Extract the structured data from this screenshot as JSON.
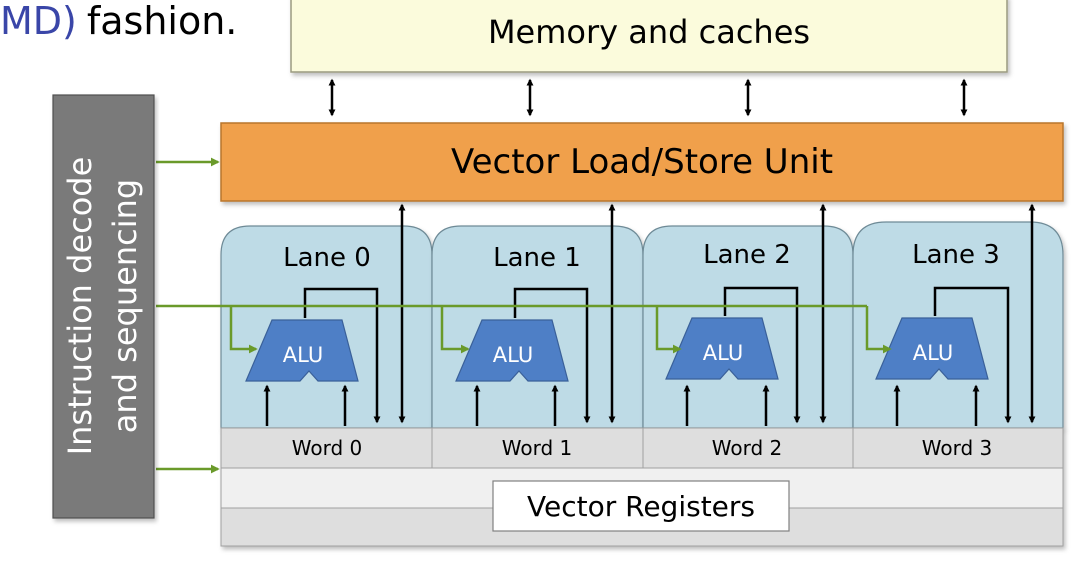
{
  "slide_fragment": {
    "prefix": "MD)",
    "text": "fashion."
  },
  "memory": {
    "label": "Memory and caches"
  },
  "lsu": {
    "label": "Vector Load/Store Unit"
  },
  "decoder": {
    "label_line1": "Instruction decode",
    "label_line2": "and sequencing"
  },
  "lanes": [
    {
      "label": "Lane 0",
      "alu": "ALU",
      "word": "Word 0"
    },
    {
      "label": "Lane 1",
      "alu": "ALU",
      "word": "Word 1"
    },
    {
      "label": "Lane 2",
      "alu": "ALU",
      "word": "Word 2"
    },
    {
      "label": "Lane 3",
      "alu": "ALU",
      "word": "Word 3"
    }
  ],
  "registers": {
    "label": "Vector Registers"
  },
  "colors": {
    "memory_fill": "#fbfbdc",
    "lsu_fill": "#f0a04c",
    "lane_fill": "#bedbe6",
    "alu_fill": "#4e7fc6",
    "decoder_fill": "#7a7a7a",
    "control_green": "#6a9a2a",
    "register_fill": "#e3e3e3",
    "accent_purple": "#3a46a8"
  }
}
